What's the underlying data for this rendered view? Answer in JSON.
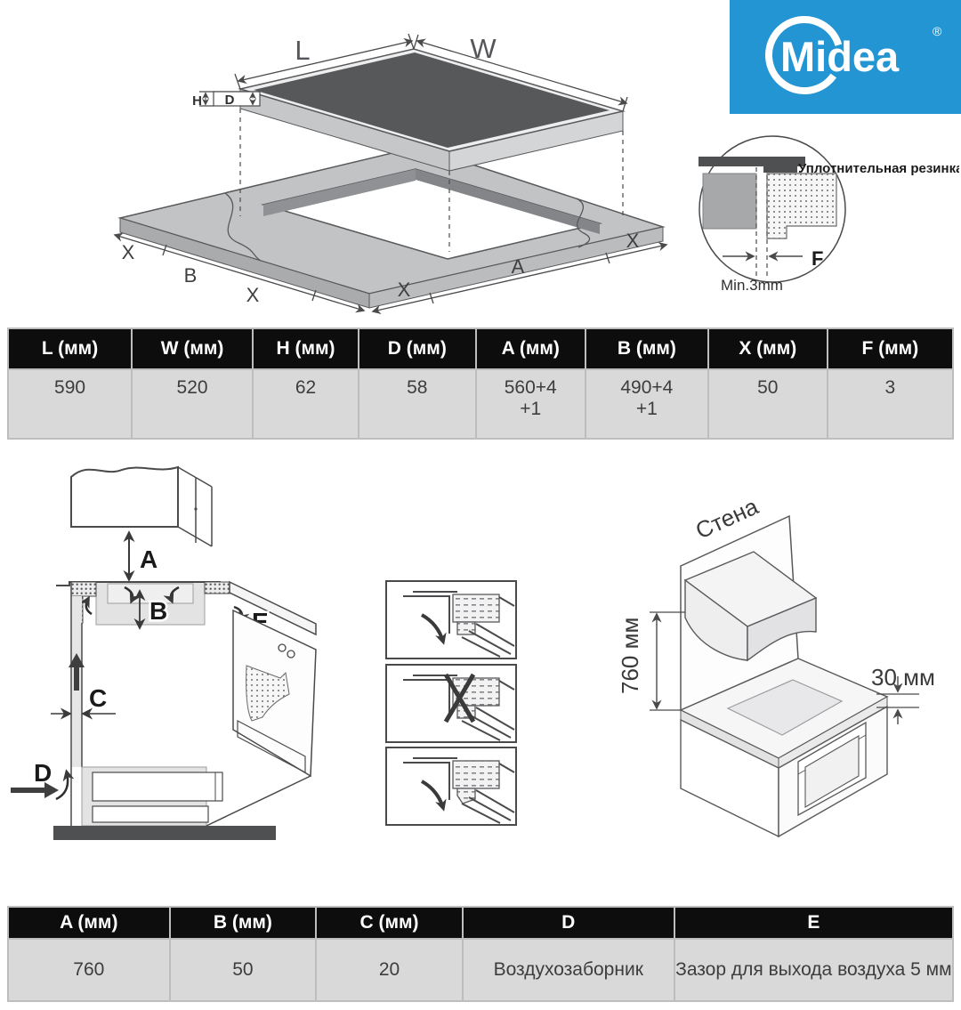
{
  "colors": {
    "logo_blue": "#2495d3",
    "table_header_bg": "#0d0d0d",
    "table_row_bg": "#d9d9d9",
    "drawing_line": "#58595b"
  },
  "logo": {
    "brand": "Midea",
    "registered": "®"
  },
  "cutout_drawing": {
    "length": "L",
    "width": "W",
    "height": "H",
    "depth": "D",
    "cutout_length": "A",
    "cutout_width": "B",
    "edge_clearance": "X"
  },
  "gasket_detail": {
    "title": "Уплотнительная резинка",
    "gap": "F",
    "min_gap": "Min.3mm"
  },
  "dimensions_table": {
    "headers": [
      "L (мм)",
      "W (мм)",
      "H (мм)",
      "D (мм)",
      "A (мм)",
      "B (мм)",
      "X (мм)",
      "F (мм)"
    ],
    "values": [
      "590",
      "520",
      "62",
      "58",
      "560+4\n+1",
      "490+4\n+1",
      "50",
      "3"
    ]
  },
  "ventilation_drawing": {
    "hood_gap": "A",
    "top_gap": "B",
    "rear_gap": "C",
    "air_inlet": "D",
    "air_outlet": "E"
  },
  "wall_drawing": {
    "wall": "Стена",
    "hood_height": "760 мм",
    "side_gap": "30 мм"
  },
  "clearance_table": {
    "headers": [
      "A (мм)",
      "B (мм)",
      "C (мм)",
      "D",
      "E"
    ],
    "values": [
      "760",
      "50",
      "20",
      "Воздухозаборник",
      "Зазор для выхода воздуха 5 мм"
    ]
  }
}
